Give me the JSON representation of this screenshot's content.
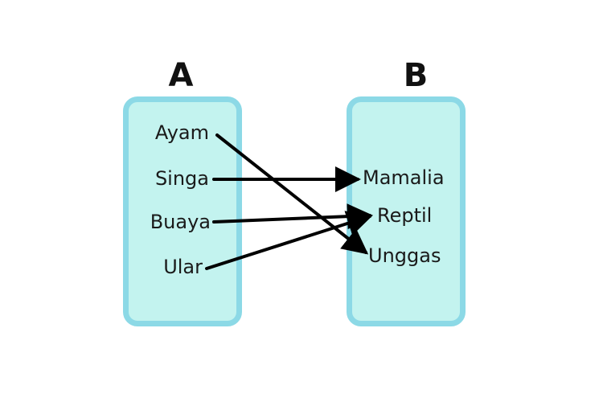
{
  "sets": {
    "a": {
      "title": "A",
      "items": [
        "Ayam",
        "Singa",
        "Buaya",
        "Ular"
      ]
    },
    "b": {
      "title": "B",
      "items": [
        "Mamalia",
        "Reptil",
        "Unggas"
      ]
    }
  },
  "mappings": [
    {
      "from": "Ayam",
      "to": "Unggas"
    },
    {
      "from": "Singa",
      "to": "Mamalia"
    },
    {
      "from": "Buaya",
      "to": "Reptil"
    },
    {
      "from": "Ular",
      "to": "Reptil"
    }
  ],
  "colors": {
    "box_fill": "#c3f3ef",
    "box_border": "#8cd9e6",
    "arrow": "#000000",
    "text": "#1a1a1a"
  }
}
